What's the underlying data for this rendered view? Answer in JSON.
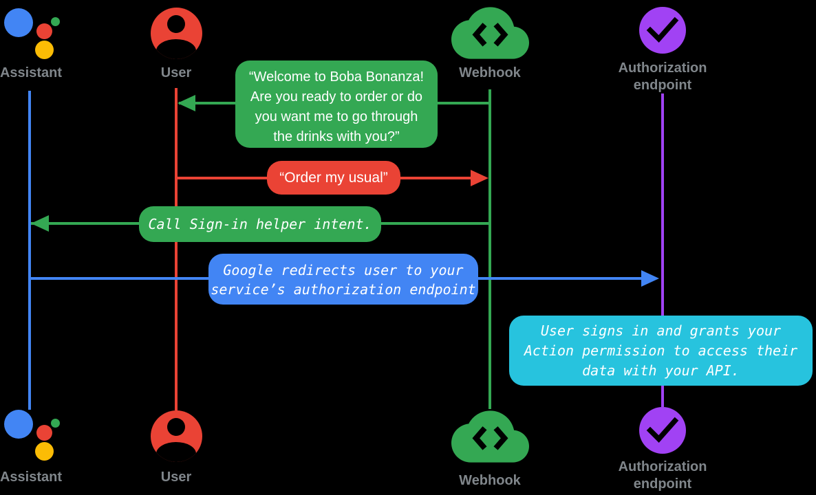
{
  "title": "Account linking sign-in sequence diagram",
  "colors": {
    "blue": "#4285f4",
    "red": "#ea4335",
    "green": "#34a853",
    "yellow": "#fbbc05",
    "purple": "#a142f4",
    "cyan": "#27c3de",
    "gray": "#80868b",
    "white": "#ffffff",
    "bg": "#000000"
  },
  "actors": {
    "assistant": {
      "label": "Assistant",
      "icon": "google-assistant-icon"
    },
    "user": {
      "label": "User",
      "icon": "user-icon"
    },
    "webhook": {
      "label": "Webhook",
      "icon": "cloud-code-icon"
    },
    "auth": {
      "label_lines": [
        "Authorization",
        "endpoint"
      ],
      "icon": "check-circle-icon"
    }
  },
  "messages": [
    {
      "id": "welcome",
      "from": "Webhook",
      "to": "User",
      "color": "green",
      "text_style": "sans",
      "lines": [
        "“Welcome to Boba Bonanza!",
        "Are you ready to order or do",
        "you want me to go through",
        "the drinks with you?”"
      ]
    },
    {
      "id": "order",
      "from": "User",
      "to": "Webhook",
      "color": "red",
      "text_style": "sans",
      "lines": [
        "“Order my usual”"
      ]
    },
    {
      "id": "signin",
      "from": "Webhook",
      "to": "Assistant",
      "color": "green",
      "text_style": "mono-italic",
      "lines": [
        "Call Sign-in helper intent."
      ]
    },
    {
      "id": "redirect",
      "from": "Assistant",
      "to": "Authorization endpoint",
      "color": "blue",
      "text_style": "mono-italic",
      "lines": [
        "Google redirects user to your",
        "service’s authorization endpoint"
      ]
    }
  ],
  "note": {
    "near": "Authorization endpoint",
    "color": "cyan",
    "lines": [
      "User signs in and grants your",
      "Action permission to access their",
      "data with your API."
    ]
  }
}
